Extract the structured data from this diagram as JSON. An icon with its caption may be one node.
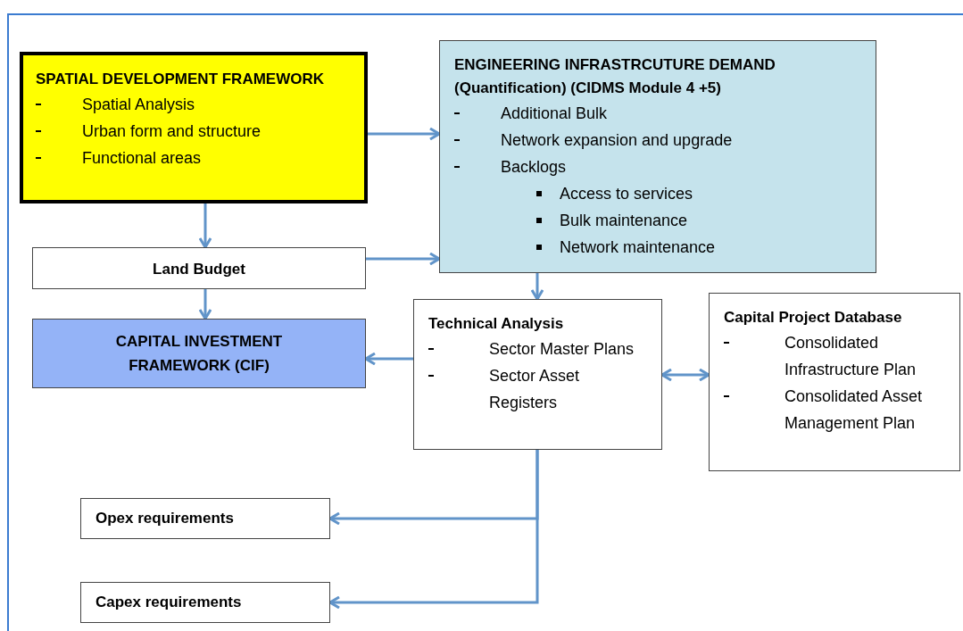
{
  "diagram": {
    "nodes": [
      {
        "text": [
          "SPATIAL DEVELOPMENT FRAMEWORK",
          "Spatial Analysis",
          "Urban form and structure",
          "Functional areas"
        ]
      },
      {
        "text": [
          "ENGINEERING INFRASTRCUTURE DEMAND (Quantification) (CIDMS Module 4 +5)",
          "Additional Bulk",
          "Network expansion and upgrade",
          "Backlogs",
          "Access to services",
          "Bulk maintenance",
          "Network maintenance"
        ]
      },
      {
        "text": [
          "Land Budget"
        ]
      },
      {
        "text": [
          "CAPITAL INVESTMENT FRAMEWORK (CIF)"
        ]
      },
      {
        "text": [
          "Technical Analysis",
          "Sector Master Plans",
          "Sector Asset Registers"
        ]
      },
      {
        "text": [
          "Capital Project Database",
          "Consolidated Infrastructure Plan",
          "Consolidated Asset Management Plan"
        ]
      },
      {
        "text": [
          "Opex requirements"
        ]
      },
      {
        "text": [
          "Capex requirements"
        ]
      }
    ],
    "edges": [
      {
        "from": 0,
        "to": 1,
        "arrow": "to"
      },
      {
        "from": 0,
        "to": 2,
        "arrow": "to"
      },
      {
        "from": 2,
        "to": 1,
        "arrow": "to"
      },
      {
        "from": 2,
        "to": 3,
        "arrow": "to"
      },
      {
        "from": 1,
        "to": 4,
        "arrow": "to"
      },
      {
        "from": 4,
        "to": 3,
        "arrow": "to"
      },
      {
        "from": 4,
        "to": 5,
        "arrow": "both"
      },
      {
        "from": 4,
        "to": 6,
        "arrow": "to"
      },
      {
        "from": 4,
        "to": 7,
        "arrow": "to"
      }
    ]
  }
}
